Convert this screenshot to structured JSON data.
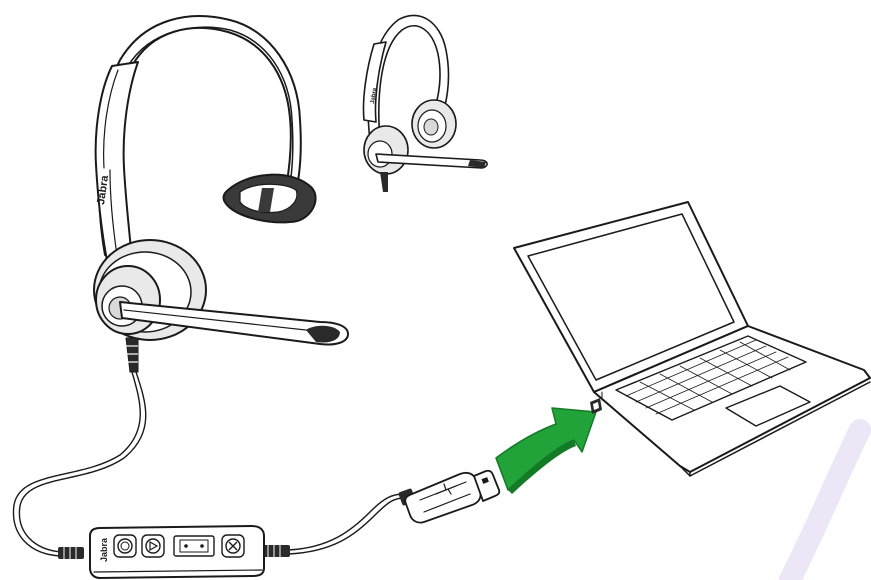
{
  "brand_text": "Jabra",
  "colors": {
    "arrow_fill": "#22a33a",
    "arrow_dark": "#137a26",
    "watermark": "#ece6f6",
    "line": "#1a1a1a"
  },
  "icons": {
    "call_button": "circle-button",
    "play_button": "triangle-button",
    "volume_rocker": "rectangle-button",
    "mute_button": "x-button"
  }
}
